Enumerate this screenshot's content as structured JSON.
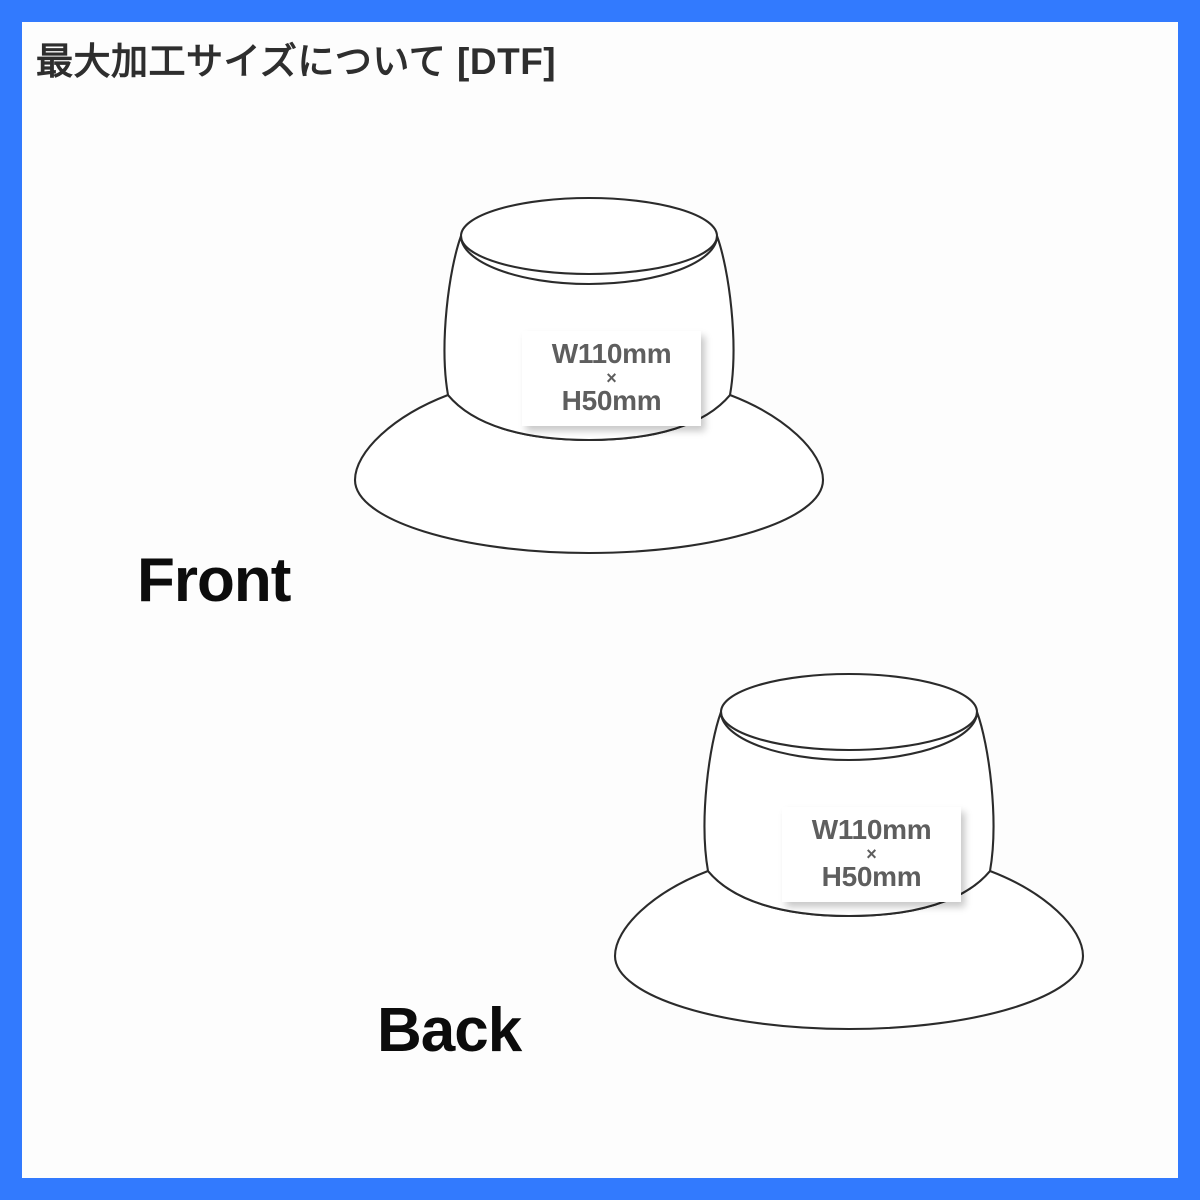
{
  "page": {
    "title": "最大加工サイズについて  [DTF]",
    "border_color": "#327afe",
    "background_color": "#fdfdfd"
  },
  "product": {
    "type": "bucket-hat",
    "views": [
      {
        "id": "front",
        "caption": "Front",
        "print_area": {
          "width_label": "W110mm",
          "separator": "×",
          "height_label": "H50mm",
          "width_mm": 110,
          "height_mm": 50
        }
      },
      {
        "id": "back",
        "caption": "Back",
        "print_area": {
          "width_label": "W110mm",
          "separator": "×",
          "height_label": "H50mm",
          "width_mm": 110,
          "height_mm": 50
        }
      }
    ]
  },
  "colors": {
    "frame_blue": "#327afe",
    "outline": "#2b2b2b",
    "label_text": "#5e5e5e",
    "caption_text": "#0c0c0c",
    "title_text": "#2e2e2e"
  }
}
